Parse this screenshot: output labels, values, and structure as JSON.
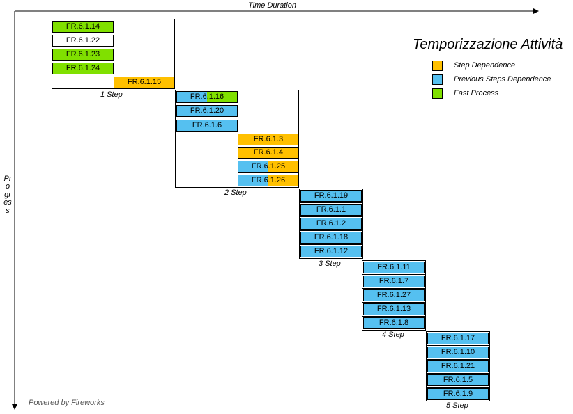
{
  "x_axis_label": "Time Duration",
  "y_axis_label": "Progress",
  "title": "Temporizzazione Attività",
  "legend": [
    {
      "label": "Step Dependence",
      "color": "#ffc000"
    },
    {
      "label": "Previous Steps Dependence",
      "color": "#55c0f0"
    },
    {
      "label": "Fast Process",
      "color": "#80e000"
    }
  ],
  "colors": {
    "step": "#ffc000",
    "previous": "#55c0f0",
    "fast": "#80e000",
    "none": "#ffffff"
  },
  "steps": [
    {
      "label": "1 Step",
      "tasks": [
        {
          "id": "FR.6.1.14",
          "type": "fast"
        },
        {
          "id": "FR.6.1.22",
          "type": "none"
        },
        {
          "id": "FR.6.1.23",
          "type": "fast"
        },
        {
          "id": "FR.6.1.24",
          "type": "fast"
        },
        {
          "id": "FR.6.1.15",
          "type": "step"
        }
      ]
    },
    {
      "label": "2 Step",
      "tasks": [
        {
          "id": "FR.6.1.16",
          "type": "previous+fast"
        },
        {
          "id": "FR.6.1.20",
          "type": "previous"
        },
        {
          "id": "FR.6.1.6",
          "type": "previous"
        },
        {
          "id": "FR.6.1.3",
          "type": "step"
        },
        {
          "id": "FR.6.1.4",
          "type": "step"
        },
        {
          "id": "FR.6.1.25",
          "type": "previous+step"
        },
        {
          "id": "FR.6.1.26",
          "type": "previous+step"
        }
      ]
    },
    {
      "label": "3 Step",
      "tasks": [
        {
          "id": "FR.6.1.19",
          "type": "previous"
        },
        {
          "id": "FR.6.1.1",
          "type": "previous"
        },
        {
          "id": "FR.6.1.2",
          "type": "previous"
        },
        {
          "id": "FR.6.1.18",
          "type": "previous"
        },
        {
          "id": "FR.6.1.12",
          "type": "previous"
        }
      ]
    },
    {
      "label": "4 Step",
      "tasks": [
        {
          "id": "FR.6.1.11",
          "type": "previous"
        },
        {
          "id": "FR.6.1.7",
          "type": "previous"
        },
        {
          "id": "FR.6.1.27",
          "type": "previous"
        },
        {
          "id": "FR.6.1.13",
          "type": "previous"
        },
        {
          "id": "FR.6.1.8",
          "type": "previous"
        }
      ]
    },
    {
      "label": "5 Step",
      "tasks": [
        {
          "id": "FR.6.1.17",
          "type": "previous"
        },
        {
          "id": "FR.6.1.10",
          "type": "previous"
        },
        {
          "id": "FR.6.1.21",
          "type": "previous"
        },
        {
          "id": "FR.6.1.5",
          "type": "previous"
        },
        {
          "id": "FR.6.1.9",
          "type": "previous"
        }
      ]
    }
  ],
  "footer": "Powered by Fireworks"
}
